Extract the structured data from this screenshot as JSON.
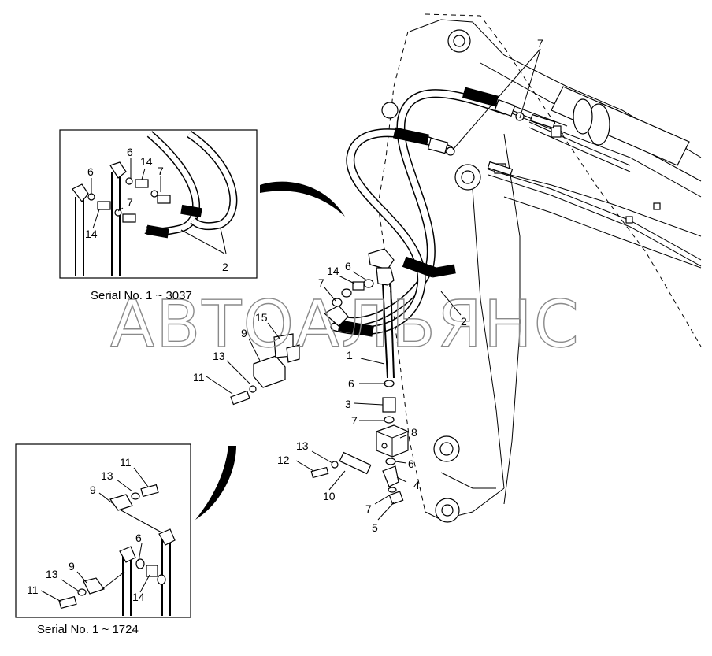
{
  "inset_top": {
    "caption": "Serial No. 1 ~ 3037",
    "labels": [
      "6",
      "6",
      "14",
      "7",
      "7",
      "14",
      "2"
    ]
  },
  "inset_bottom": {
    "caption": "Serial No. 1 ~ 1724",
    "labels": [
      "11",
      "13",
      "9",
      "6",
      "13",
      "9",
      "11",
      "14"
    ]
  },
  "main_labels": [
    "7",
    "14",
    "6",
    "7",
    "15",
    "9",
    "2",
    "1",
    "13",
    "11",
    "6",
    "3",
    "7",
    "8",
    "13",
    "12",
    "6",
    "4",
    "10",
    "7",
    "5"
  ],
  "watermark": "АВТОАЛЬЯНС"
}
